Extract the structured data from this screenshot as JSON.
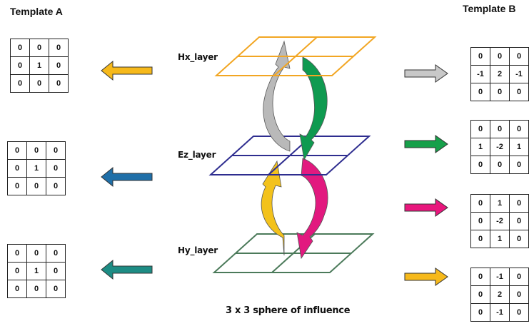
{
  "titles": {
    "template_a": "Template A",
    "template_b": "Template B"
  },
  "template_a": [
    {
      "rows": [
        [
          "0",
          "0",
          "0"
        ],
        [
          "0",
          "1",
          "0"
        ],
        [
          "0",
          "0",
          "0"
        ]
      ],
      "arrow_color": "#f6b91b"
    },
    {
      "rows": [
        [
          "0",
          "0",
          "0"
        ],
        [
          "0",
          "1",
          "0"
        ],
        [
          "0",
          "0",
          "0"
        ]
      ],
      "arrow_color": "#1f6fa8"
    },
    {
      "rows": [
        [
          "0",
          "0",
          "0"
        ],
        [
          "0",
          "1",
          "0"
        ],
        [
          "0",
          "0",
          "0"
        ]
      ],
      "arrow_color": "#1d8c84"
    }
  ],
  "template_b": [
    {
      "rows": [
        [
          "0",
          "0",
          "0"
        ],
        [
          "-1",
          "2",
          "-1"
        ],
        [
          "0",
          "0",
          "0"
        ]
      ],
      "arrow_color": "#c8c8c8"
    },
    {
      "rows": [
        [
          "0",
          "0",
          "0"
        ],
        [
          "1",
          "-2",
          "1"
        ],
        [
          "0",
          "0",
          "0"
        ]
      ],
      "arrow_color": "#16a04a"
    },
    {
      "rows": [
        [
          "0",
          "1",
          "0"
        ],
        [
          "0",
          "-2",
          "0"
        ],
        [
          "0",
          "1",
          "0"
        ]
      ],
      "arrow_color": "#e8177d"
    },
    {
      "rows": [
        [
          "0",
          "-1",
          "0"
        ],
        [
          "0",
          "2",
          "0"
        ],
        [
          "0",
          "-1",
          "0"
        ]
      ],
      "arrow_color": "#f6b91b"
    }
  ],
  "layers": [
    {
      "label": "Hx_layer",
      "color": "#f2a623"
    },
    {
      "label": "Ez_layer",
      "color": "#2e2d8f"
    },
    {
      "label": "Hy_layer",
      "color": "#4b7a5a"
    }
  ],
  "cycle_arrow_colors": {
    "upper_left": "#b9b9b9",
    "upper_right": "#0f9a50",
    "lower_left": "#f3c21c",
    "lower_right": "#e2197f"
  },
  "caption": "3 x 3 sphere of influence"
}
